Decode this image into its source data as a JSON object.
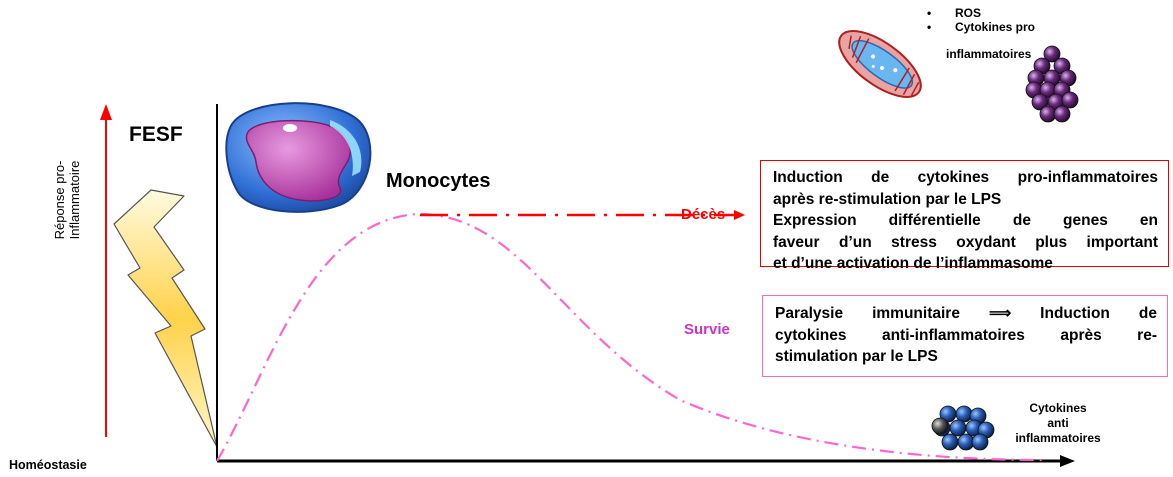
{
  "labels": {
    "fesf": "FESF",
    "monocytes": "Monocytes",
    "y_axis": [
      "Réponse pro-",
      "Inflammatoire"
    ],
    "homeostasis": "Homéostasie",
    "deces": "Décès",
    "survie": "Survie"
  },
  "ros_list": [
    "ROS",
    "Cytokines pro",
    "inflammatoires"
  ],
  "anti_cytokines": [
    "Cytokines",
    "anti",
    "inflammatoires"
  ],
  "box_deces": {
    "lines": [
      "Induction de cytokines pro-inflammatoires",
      "après re-stimulation par le LPS",
      "Expression différentielle de genes en",
      "faveur d’un stress oxydant plus important",
      "et d’une activation de l’inflammasome"
    ]
  },
  "box_survie": {
    "lines": [
      "Paralysie immunitaire ⟹ Induction de",
      "cytokines anti-inflammatoires après re-",
      "stimulation par le LPS"
    ]
  },
  "colors": {
    "deces": "#ff0000",
    "survie": "#cc33cc",
    "curve": "#ff66cc",
    "axis": "#000000",
    "y_arrow": "#ff0000",
    "deces_border": "#e60000",
    "survie_border": "#ff66cc"
  }
}
